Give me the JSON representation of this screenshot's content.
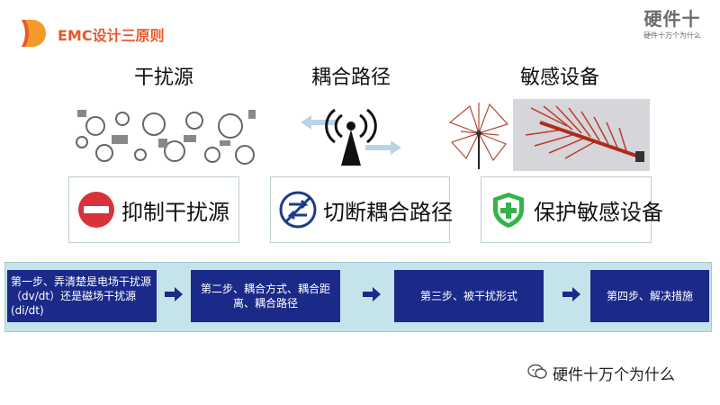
{
  "header": {
    "title": "EMC设计三原则",
    "brand_big": "硬件十",
    "brand_small": "硬件十万个为什么"
  },
  "columns": [
    {
      "heading": "干扰源",
      "principle": "抑制干扰源",
      "icon": "minus-circle-icon"
    },
    {
      "heading": "耦合路径",
      "principle": "切断耦合路径",
      "icon": "swap-circle-icon"
    },
    {
      "heading": "敏感设备",
      "principle": "保护敏感设备",
      "icon": "shield-plus-icon"
    }
  ],
  "steps": [
    "第一步、弄清楚是电场干扰源（dv/dt）还是磁场干扰源(di/dt)",
    "第二步、耦合方式、耦合距离、耦合路径",
    "第三步、被干扰形式",
    "第四步、解决措施"
  ],
  "footer": {
    "text": "硬件十万个为什么",
    "icon": "wechat-icon"
  },
  "colors": {
    "accent": "#e8582a",
    "step_bg": "#1b2a88",
    "strip_bg": "#c5e3ea",
    "stop_red": "#d8323a",
    "shield_green": "#35b34a"
  }
}
